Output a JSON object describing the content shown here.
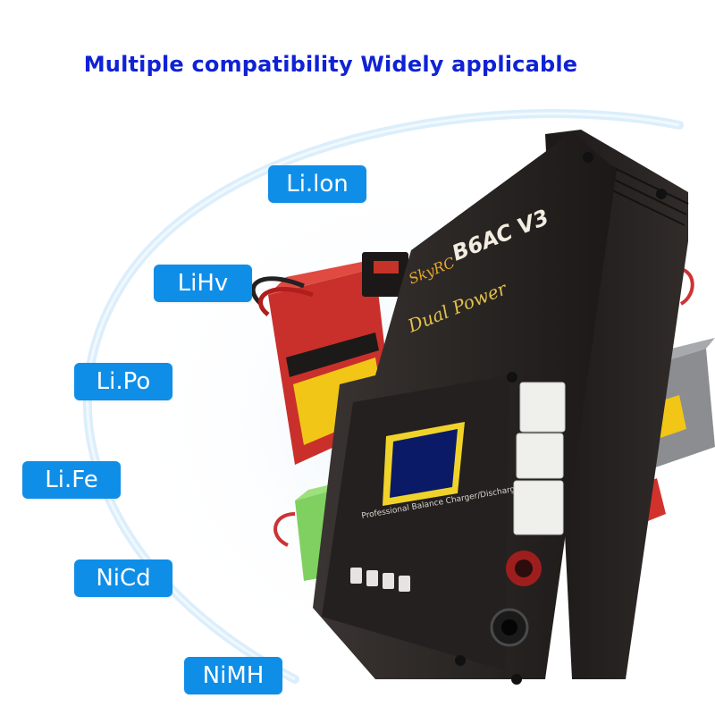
{
  "headline": "Multiple compatibility  Widely applicable",
  "colors": {
    "headline": "#0f22d6",
    "tag_background": "#0f8ee8",
    "tag_text": "#ffffff",
    "orbit_ring": "#d7ecfb",
    "charger_body": "#2a2624"
  },
  "battery_types": [
    "Li.lon",
    "LiHv",
    "Li.Po",
    "Li.Fe",
    "NiCd",
    "NiMH"
  ],
  "product": {
    "model": "B6AC V3",
    "subtitle": "Dual Power",
    "description": "Professional Balance Charger/Discharger"
  }
}
